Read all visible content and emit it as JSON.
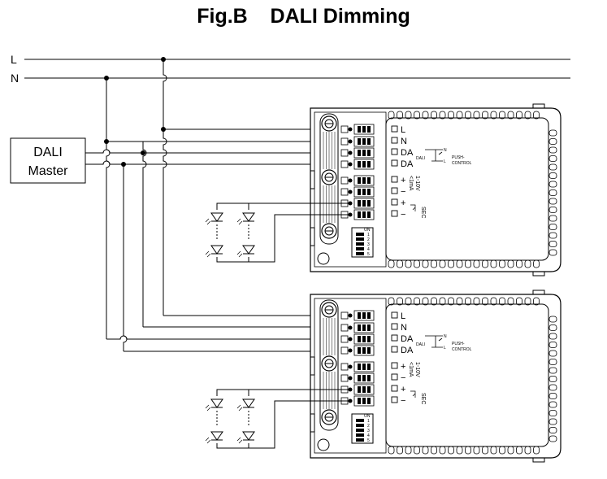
{
  "title": "Fig.B    DALI Dimming",
  "lines": {
    "l": "L",
    "n": "N"
  },
  "master": {
    "line1": "DALI",
    "line2": "Master"
  },
  "driver": {
    "terminals": [
      "L",
      "N",
      "DA",
      "DA",
      "+",
      "−",
      "+",
      "−"
    ],
    "rating": "1-10V",
    "current": "<1mA",
    "sec": "SEC",
    "push_in": "N",
    "push_out": "L",
    "push_label1": "PUSH-",
    "push_label2": "CONTROL",
    "dali": "DALI",
    "switch_on": "ON",
    "switch_nums": [
      "1",
      "2",
      "3",
      "4",
      "5"
    ]
  },
  "colors": {
    "line": "#000000",
    "fill": "#ffffff"
  }
}
